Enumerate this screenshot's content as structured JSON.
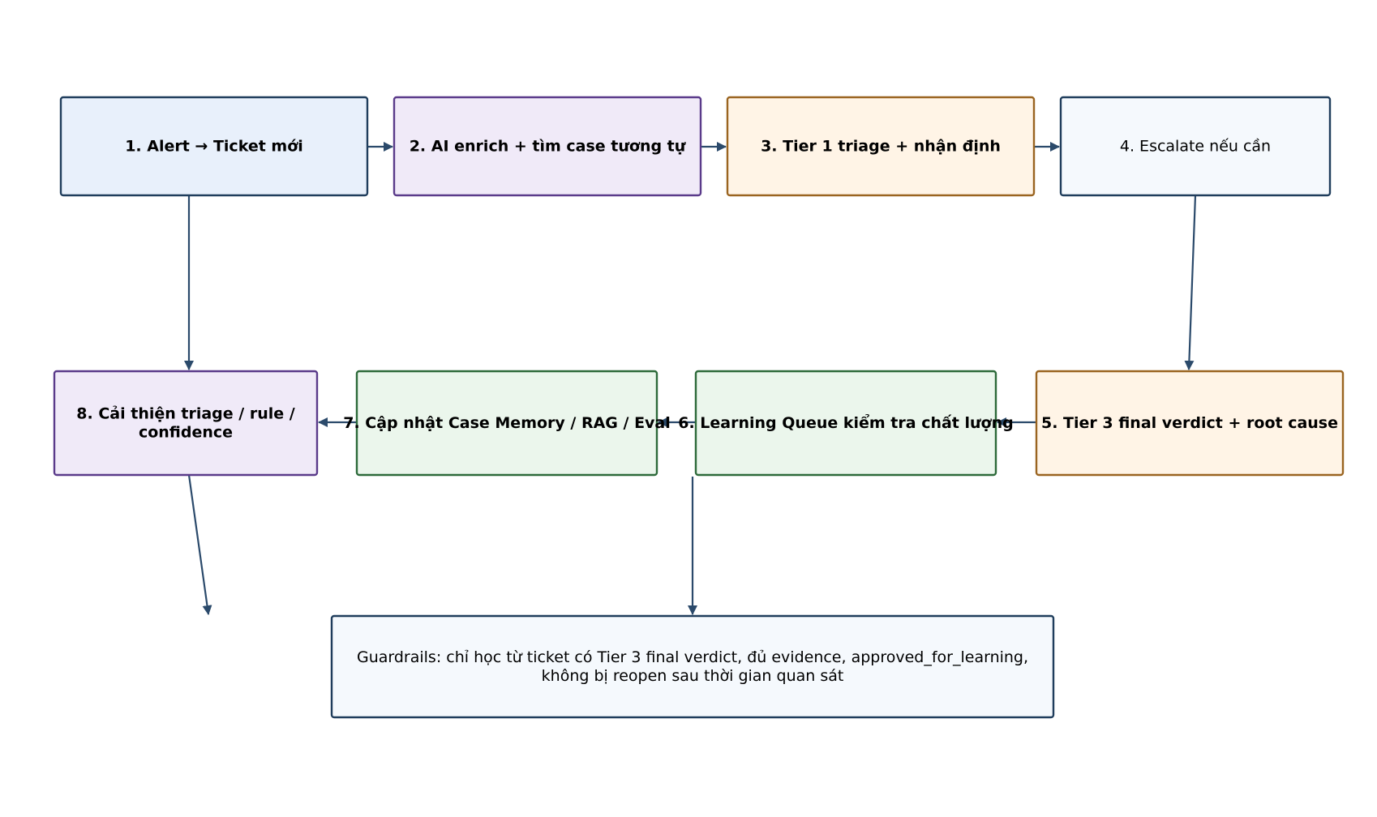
{
  "diagram": {
    "nodes": [
      {
        "id": "n1",
        "label": [
          "1. Alert → Ticket mới"
        ],
        "bold": true,
        "fill": "#e8f0fb",
        "stroke": "#1f3d5c"
      },
      {
        "id": "n2",
        "label": [
          "2. AI enrich + tìm case tương tự"
        ],
        "bold": true,
        "fill": "#f0eaf8",
        "stroke": "#5a3a8a"
      },
      {
        "id": "n3",
        "label": [
          "3. Tier 1 triage + nhận định"
        ],
        "bold": true,
        "fill": "#fff4e6",
        "stroke": "#9a6420"
      },
      {
        "id": "n4",
        "label": [
          "4. Escalate nếu cần"
        ],
        "bold": false,
        "fill": "#f5f9fd",
        "stroke": "#1f3d5c"
      },
      {
        "id": "n5",
        "label": [
          "5. Tier 3 final verdict + root cause"
        ],
        "bold": true,
        "fill": "#fff4e6",
        "stroke": "#9a6420"
      },
      {
        "id": "n6",
        "label": [
          "6. Learning Queue kiểm tra chất lượng"
        ],
        "bold": true,
        "fill": "#ebf6ec",
        "stroke": "#2d6a3a"
      },
      {
        "id": "n7",
        "label": [
          "7. Cập nhật Case Memory / RAG / Eval"
        ],
        "bold": true,
        "fill": "#ebf6ec",
        "stroke": "#2d6a3a"
      },
      {
        "id": "n8",
        "label": [
          "8. Cải thiện triage / rule /",
          "confidence"
        ],
        "bold": true,
        "fill": "#f0eaf8",
        "stroke": "#5a3a8a"
      },
      {
        "id": "guardrails",
        "label": [
          "Guardrails: chỉ học từ ticket có Tier 3 final verdict, đủ evidence, approved_for_learning,",
          "không bị reopen sau thời gian quan sát"
        ],
        "bold": false,
        "fill": "#f5f9fd",
        "stroke": "#1f3d5c"
      }
    ],
    "edges": [
      {
        "id": "e1-2",
        "from": "n1",
        "to": "n2"
      },
      {
        "id": "e2-3",
        "from": "n2",
        "to": "n3"
      },
      {
        "id": "e3-4",
        "from": "n3",
        "to": "n4"
      },
      {
        "id": "e4-5",
        "from": "n4",
        "to": "n5"
      },
      {
        "id": "e5-6",
        "from": "n5",
        "to": "n6"
      },
      {
        "id": "e6-7",
        "from": "n6",
        "to": "n7"
      },
      {
        "id": "e7-8",
        "from": "n7",
        "to": "n8"
      },
      {
        "id": "e1-8",
        "from": "n1",
        "to": "n8"
      },
      {
        "id": "e6-g",
        "from": "n6",
        "to": "guardrails"
      },
      {
        "id": "e8-g",
        "from": "n8",
        "to": "guardrails"
      }
    ],
    "edge_color": "#2b4a6b"
  }
}
